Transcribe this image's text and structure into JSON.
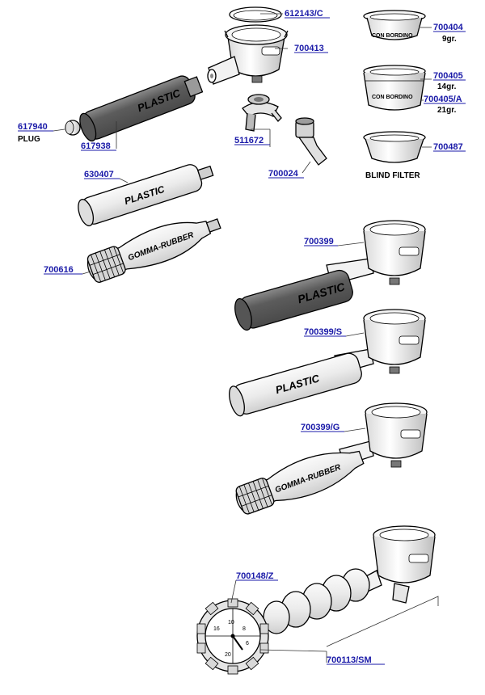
{
  "parts": {
    "p612143c": "612143/C",
    "p700413": "700413",
    "p617940": "617940",
    "p617938": "617938",
    "p511672": "511672",
    "p700024": "700024",
    "p630407": "630407",
    "p700616": "700616",
    "p700404": "700404",
    "p700405": "700405",
    "p700405a": "700405/A",
    "p700487": "700487",
    "p700399": "700399",
    "p700399s": "700399/S",
    "p700399g": "700399/G",
    "p700148z": "700148/Z",
    "p700113sm": "700113/SM"
  },
  "notes": {
    "plug": "PLUG",
    "w9": "9gr.",
    "w14": "14gr.",
    "w21": "21gr.",
    "blind_filter": "BLIND FILTER"
  },
  "engravings": {
    "con_bordino": "CON BORDINO",
    "plastic": "PLASTIC",
    "gomma_rubber": "GOMMA-RUBBER"
  },
  "dial_numbers": [
    "10",
    "8",
    "6",
    "20",
    "16"
  ],
  "colors": {
    "part_number": "#1a1aa8",
    "dark_handle": "#6e6e6e",
    "light_handle": "#ececec",
    "outline": "#000000"
  }
}
